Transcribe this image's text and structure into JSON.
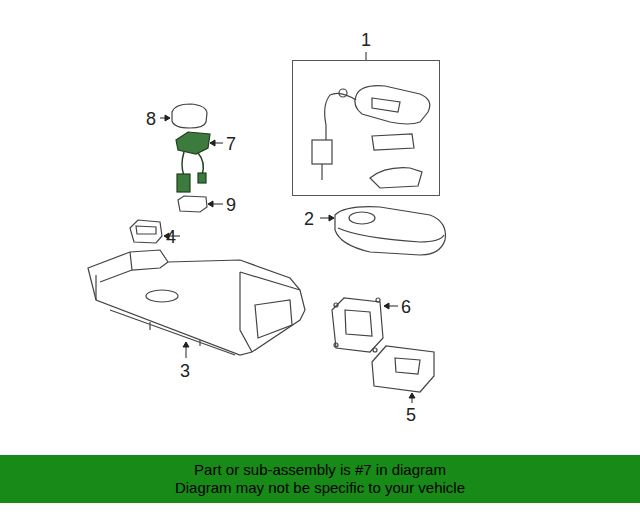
{
  "diagram": {
    "nodes": [
      {
        "text": [
          "1"
        ]
      },
      {
        "text": [
          "Part or sub-assembly is #7 in diagram",
          "Diagram may not be specific to your vehicle"
        ]
      }
    ],
    "labels": [
      "8",
      "7",
      "9",
      "4",
      "2",
      "6",
      "3",
      "5"
    ]
  }
}
